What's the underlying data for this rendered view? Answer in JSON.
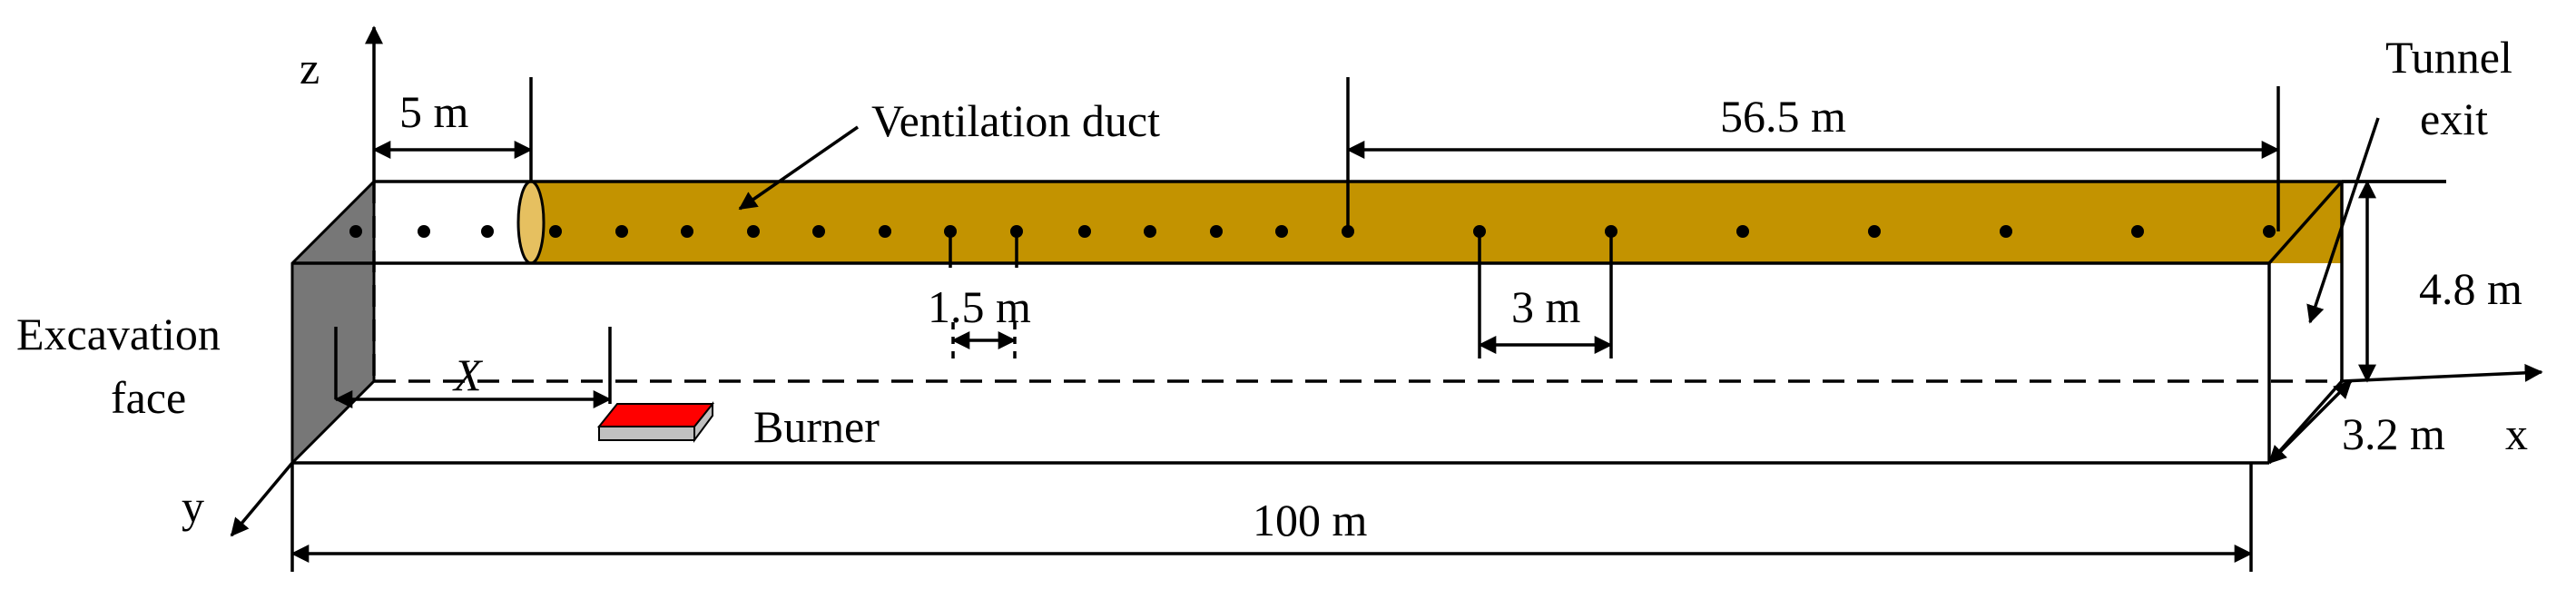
{
  "labels": {
    "z_axis": "z",
    "y_axis": "y",
    "x_axis": "x",
    "excavation_line1": "Excavation",
    "excavation_line2": "face",
    "tunnel_exit_line1": "Tunnel",
    "tunnel_exit_line2": "exit",
    "ventilation_duct": "Ventilation duct",
    "burner": "Burner",
    "x_var": "X"
  },
  "dimensions": {
    "duct_offset": "5 m",
    "duct_to_exit": "56.5 m",
    "sensor_spacing_near": "1.5 m",
    "sensor_spacing_far": "3 m",
    "height": "4.8 m",
    "width": "3.2 m",
    "length": "100 m"
  },
  "colors": {
    "duct": "#C39300",
    "duct_end": "#E6C060",
    "excavation_face": "#777777",
    "burner_top": "#FF0000",
    "burner_side": "#C0C0C0",
    "line": "#000000"
  }
}
